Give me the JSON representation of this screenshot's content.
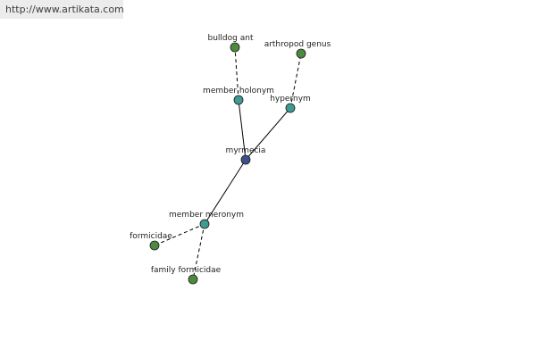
{
  "watermark": {
    "text": "http://www.artikata.com"
  },
  "colors": {
    "center_node": "#3f4f8a",
    "relation_node": "#3f9a92",
    "leaf_node": "#4c8a3e",
    "watermark_bg": "#ececec"
  },
  "graph": {
    "nodes": {
      "center": "myrmecia",
      "member_holonym": "member holonym",
      "hypernym": "hypernym",
      "member_meronym": "member meronym",
      "bulldog_ant": "bulldog ant",
      "arthropod_genus": "arthropod genus",
      "formicidae": "formicidae",
      "family_formicidae": "family formicidae"
    }
  }
}
